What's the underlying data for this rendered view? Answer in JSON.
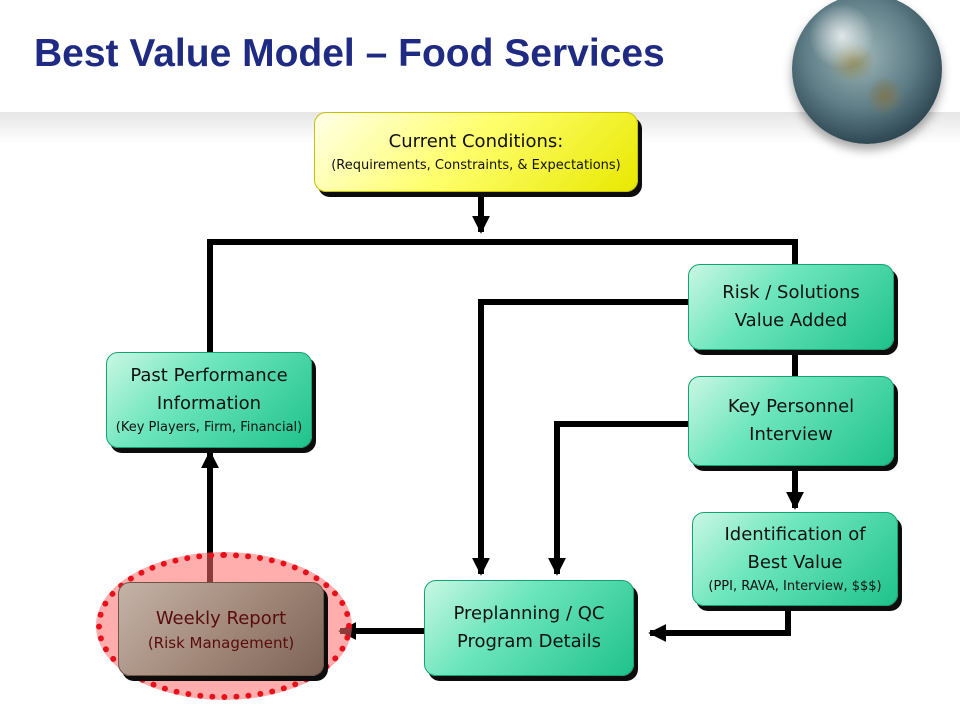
{
  "title": "Best Value Model – Food Services",
  "boxes": {
    "current_conditions": {
      "line1": "Current Conditions:",
      "line2": "(Requirements, Constraints, & Expectations)"
    },
    "risk_solutions": {
      "line1": "Risk / Solutions",
      "line2": "Value Added"
    },
    "key_personnel": {
      "line1": "Key Personnel",
      "line2": "Interview"
    },
    "past_performance": {
      "line1": "Past Performance",
      "line2": "Information",
      "line3": "(Key Players, Firm, Financial)"
    },
    "identification": {
      "line1": "Identification of",
      "line2": "Best Value",
      "line3": "(PPI, RAVA, Interview, $$$)"
    },
    "preplanning": {
      "line1": "Preplanning / QC",
      "line2": "Program Details"
    },
    "weekly_report": {
      "line1": "Weekly Report",
      "line2": "(Risk Management)"
    }
  },
  "colors": {
    "title": "#1f2a83",
    "box_green": "#1fc28c",
    "box_yellow": "#ffff70",
    "box_brown": "#a08677",
    "highlight": "#e8101a",
    "arrow": "#000000"
  },
  "icons": {
    "globe": "earth-globe-icon"
  }
}
